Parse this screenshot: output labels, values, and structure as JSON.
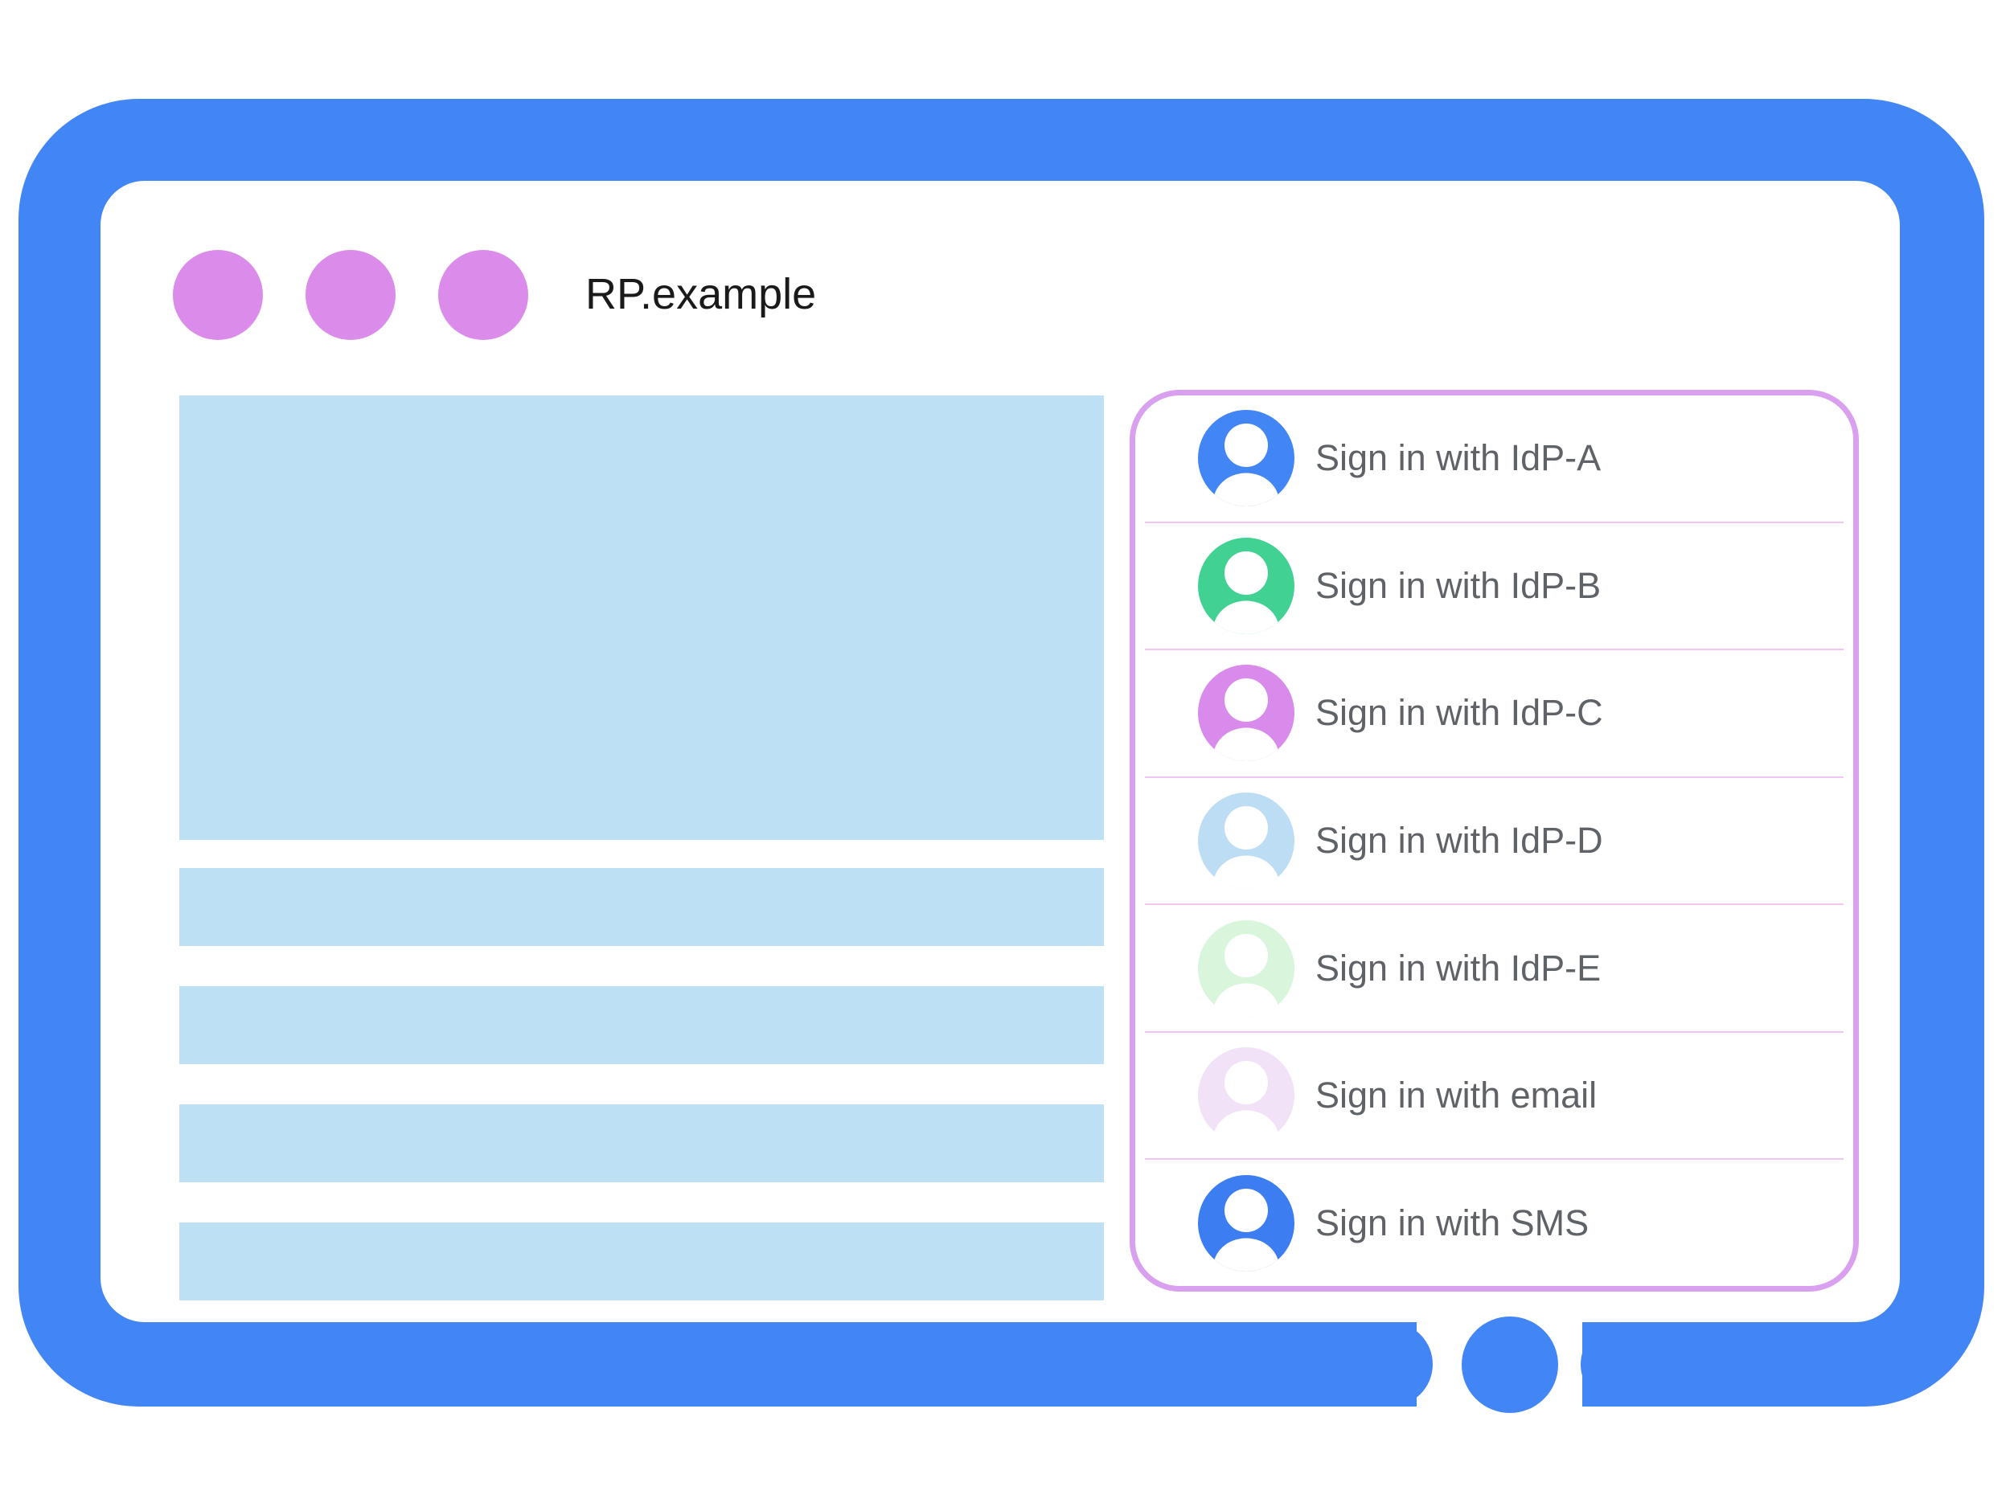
{
  "window": {
    "title": "RP.example",
    "control_dots": 3
  },
  "colors": {
    "frame": "#4285F4",
    "window_dot": "#DB8CEA",
    "content_block": "#BEE0F4",
    "dialog_border": "#D9A0EF",
    "dialog_separator": "#F2C6F4",
    "row_text": "#5F6368",
    "title_text": "#1A1A1A",
    "home_button": "#4285F4"
  },
  "dialog": {
    "rows": [
      {
        "id": "idp-a",
        "label": "Sign in with IdP-A",
        "avatar_color": "#4285F4"
      },
      {
        "id": "idp-b",
        "label": "Sign in with IdP-B",
        "avatar_color": "#41D192"
      },
      {
        "id": "idp-c",
        "label": "Sign in with IdP-C",
        "avatar_color": "#D88BEB"
      },
      {
        "id": "idp-d",
        "label": "Sign in with IdP-D",
        "avatar_color": "#BDDDF5"
      },
      {
        "id": "idp-e",
        "label": "Sign in with IdP-E",
        "avatar_color": "#D9F5DC"
      },
      {
        "id": "email",
        "label": "Sign in with email",
        "avatar_color": "#F1E2F7"
      },
      {
        "id": "sms",
        "label": "Sign in with SMS",
        "avatar_color": "#3D7DF2"
      }
    ]
  }
}
